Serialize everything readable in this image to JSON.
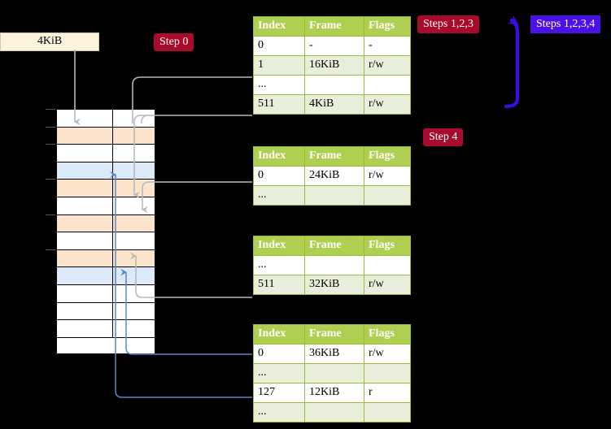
{
  "labels": {
    "kib_box": "4KiB",
    "step0": "Step 0",
    "step4": "Step 4",
    "steps123": "Steps 1,2,3",
    "steps1234": "Steps 1,2,3,4"
  },
  "colors": {
    "badge_red": "#A80B2B",
    "badge_violet": "#4B12E8",
    "table_header": "#AECF4F",
    "table_border": "#9BBB3B",
    "row_tint": "#E9EEDA",
    "highlight": "#F8F4A8",
    "mem_orange": "#FCE3CC",
    "mem_blue": "#DCE9F8",
    "kib_fill": "#FCF3DC",
    "wire_gray": "#AAAAAA",
    "wire_blue": "#5B86C4",
    "bracket_violet": "#3A0CE8"
  },
  "columns": [
    "Index",
    "Frame",
    "Flags"
  ],
  "tables": [
    {
      "name": "pml4-table",
      "rows": [
        {
          "index": "0",
          "frame": "-",
          "flags": "-",
          "tint": false,
          "highlight": false
        },
        {
          "index": "1",
          "frame": "16KiB",
          "flags": "r/w",
          "tint": true,
          "highlight": false
        },
        {
          "index": "...",
          "frame": "",
          "flags": "",
          "tint": false,
          "highlight": false
        },
        {
          "index": "511",
          "frame": "4KiB",
          "flags": "r/w",
          "tint": true,
          "highlight": true
        }
      ]
    },
    {
      "name": "pdp-table",
      "rows": [
        {
          "index": "0",
          "frame": "24KiB",
          "flags": "r/w",
          "tint": false,
          "highlight": false
        },
        {
          "index": "...",
          "frame": "",
          "flags": "",
          "tint": true,
          "highlight": false
        }
      ]
    },
    {
      "name": "pd-table",
      "rows": [
        {
          "index": "...",
          "frame": "",
          "flags": "",
          "tint": false,
          "highlight": false
        },
        {
          "index": "511",
          "frame": "32KiB",
          "flags": "r/w",
          "tint": true,
          "highlight": false
        }
      ]
    },
    {
      "name": "pt-table",
      "rows": [
        {
          "index": "0",
          "frame": "36KiB",
          "flags": "r/w",
          "tint": false,
          "highlight": false
        },
        {
          "index": "...",
          "frame": "",
          "flags": "",
          "tint": true,
          "highlight": false
        },
        {
          "index": "127",
          "frame": "12KiB",
          "flags": "r",
          "tint": false,
          "highlight": false
        },
        {
          "index": "...",
          "frame": "",
          "flags": "",
          "tint": true,
          "highlight": false
        }
      ]
    }
  ],
  "memory_rows": [
    {
      "fill": "white",
      "tick": true
    },
    {
      "fill": "orange",
      "tick": true
    },
    {
      "fill": "white",
      "tick": true
    },
    {
      "fill": "blue",
      "tick": false
    },
    {
      "fill": "orange",
      "tick": true
    },
    {
      "fill": "white",
      "tick": false
    },
    {
      "fill": "orange",
      "tick": true
    },
    {
      "fill": "white",
      "tick": false
    },
    {
      "fill": "orange",
      "tick": true
    },
    {
      "fill": "blue",
      "tick": false
    },
    {
      "fill": "white",
      "tick": false
    },
    {
      "fill": "white",
      "tick": false
    },
    {
      "fill": "white",
      "tick": false
    },
    {
      "fill": "white",
      "tick": false
    }
  ]
}
